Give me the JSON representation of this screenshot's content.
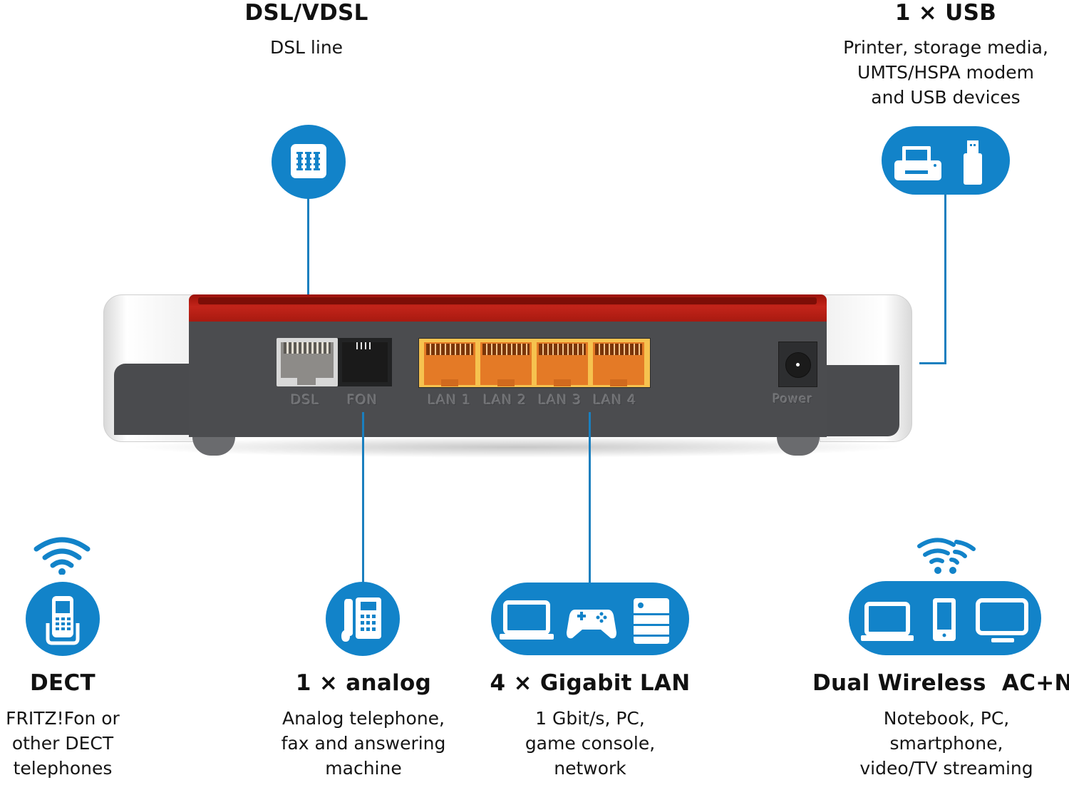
{
  "colors": {
    "accent_blue": "#1283c9",
    "router_red": "#b01a10",
    "router_body": "#4a4b4e",
    "lan_orange": "#f0a033",
    "text": "#111111"
  },
  "features": {
    "dsl": {
      "title": "DSL/VDSL",
      "description": "DSL line",
      "icon": "dsl-port-icon"
    },
    "usb": {
      "title": "1 × USB",
      "description": "Printer, storage media,\nUMTS/HSPA modem\nand USB devices",
      "icons": [
        "printer-icon",
        "usb-stick-icon"
      ]
    },
    "dect": {
      "title": "DECT",
      "description": "FRITZ!Fon or\nother DECT\ntelephones",
      "icons": [
        "wifi-signal-icon",
        "cordless-phone-icon"
      ]
    },
    "analog": {
      "title": "1 × analog",
      "description": "Analog telephone,\nfax and answering\nmachine",
      "icon": "desk-phone-icon"
    },
    "lan": {
      "title": "4 × Gigabit LAN",
      "description": "1 Gbit/s, PC,\ngame console,\nnetwork",
      "icons": [
        "laptop-icon",
        "gamepad-icon",
        "server-icon"
      ]
    },
    "wireless": {
      "title": "Dual Wireless  AC+N",
      "description": "Notebook, PC,\nsmartphone,\nvideo/TV streaming",
      "icons": [
        "dual-wifi-icon",
        "laptop-icon",
        "smartphone-icon",
        "monitor-icon"
      ]
    }
  },
  "router": {
    "ports": [
      {
        "label": "DSL"
      },
      {
        "label": "FON"
      },
      {
        "label": "LAN 1"
      },
      {
        "label": "LAN 2"
      },
      {
        "label": "LAN 3"
      },
      {
        "label": "LAN 4"
      },
      {
        "label": "Power"
      }
    ]
  }
}
